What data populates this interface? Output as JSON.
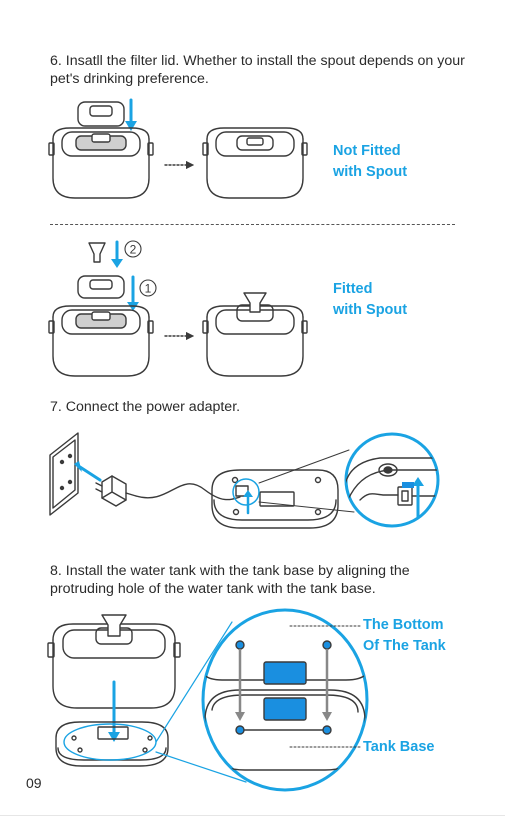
{
  "steps": {
    "step6": "6. Insatll the filter lid. Whether to install the spout depends on your pet's drinking preference.",
    "step7": "7. Connect the power adapter.",
    "step8": "8. Install the water tank with the tank base by aligning the protruding hole of the water tank with the tank base."
  },
  "labels": {
    "not_fitted_line1": "Not Fitted",
    "not_fitted_line2": "with Spout",
    "fitted_line1": "Fitted",
    "fitted_line2": "with Spout",
    "tank_bottom_line1": "The Bottom",
    "tank_bottom_line2": "Of The Tank",
    "tank_base": "Tank Base"
  },
  "markers": {
    "first": "1",
    "second": "2"
  },
  "page_number": "09",
  "colors": {
    "accent": "#1aa3e3",
    "line": "#3a3a3a",
    "blue_part": "#1a8fe0"
  }
}
